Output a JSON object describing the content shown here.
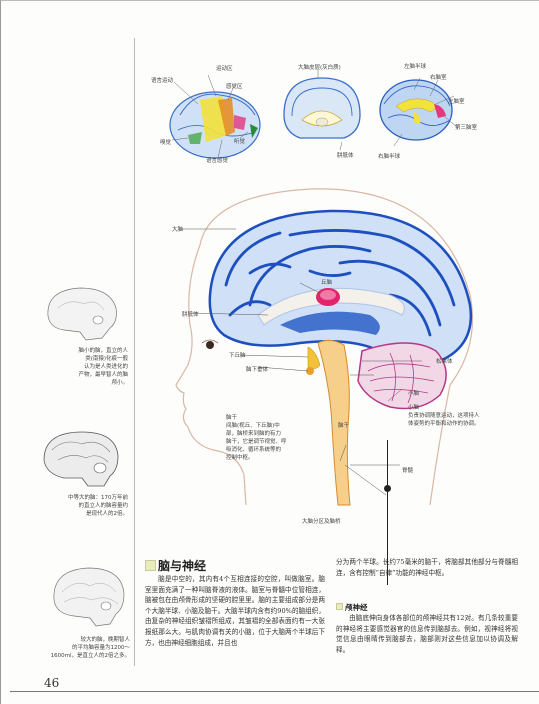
{
  "page_number": "46",
  "top_diagrams": {
    "left_labels": {
      "motor": "运动区",
      "sensory": "感觉区",
      "speech_motor": "语言运动",
      "smell": "嗅觉",
      "hearing": "听觉",
      "speech_sensory": "语言感觉"
    },
    "middle_labels": {
      "corpus": "大脑皮层(灰白质)",
      "callosum": "胼胝体"
    },
    "right_labels": {
      "hemisphere": "左脑半球",
      "ventricle_right": "右脑室",
      "ventricle_left": "左脑室",
      "third_ventricle": "第三脑室",
      "right_hemisphere": "右脑半球"
    }
  },
  "brain_labels": {
    "cerebrum": "大脑",
    "corpus_callosum": "胼胝体",
    "thalamus": "丘脑",
    "hypothalamus": "下丘脑",
    "pituitary": "脑下垂体",
    "pineal": "松果体",
    "cerebellum": "小脑",
    "medulla": "脑干",
    "spinal": "脊髓"
  },
  "hypothalamus_note": "脑干\n间脑(视丘、下丘脑)中\n部，脑桥来到脑的有力\n脑干，它是调节视觉、呼\n吸消化、循环系统等的\n控制中枢。",
  "cerebellum_note": "小脑\n负责协调随意运动，这项持人\n体姿势的平衡和动作的协调。",
  "figure_caption": "大脑分区及脑桥",
  "skull_captions": {
    "skull1": "脑小的脑，直立的人\n类(南猿)化痕一般\n认为是人类进化的\n产物，最早智人的脑\n颅小。",
    "skull2": "中等大的脑：170万年前\n的直立人的脑容量约\n是现代人的2倍。",
    "skull3": "较大的脑，晚期智人\n的平均脑容量为1200～\n1600ml，是直立人的2倍之多。"
  },
  "section_title": "脑与神经",
  "left_paragraph": "脑是中空的，其内有4个互相连接的空腔，叫做脑室。脑室里面充满了一种叫脑脊液的液体。脑室与脊髓中位管相连，脑被包在由颅骨形成的坚硬的腔里里。脑的主要组成部分是两个大脑半球、小脑及脑干。大脑半球内含有约90%的脑组织，由复杂的神经组织皱褶所组成，其皱褶的全部表面约有一大张报纸那么大。与肌肉协调有关的小脑，位于大脑两个半球后下方，也由神经细胞组成，并且也",
  "right_paragraph": "分为两个半球。长约75毫米的脑干，将脑部其他部分与脊髓相连，含有控制“自律”功能的神经中枢。",
  "subsection_title": "颅神经",
  "right_paragraph2": "由脑底伸向身体各部位的颅神经共有12对。有几条较重要的神经将主要感觉器官的信息传到脑部去。例如，视神经将视觉信息由眼睛传到脑部去，脑部则对这些信息加以协调及解释。"
}
